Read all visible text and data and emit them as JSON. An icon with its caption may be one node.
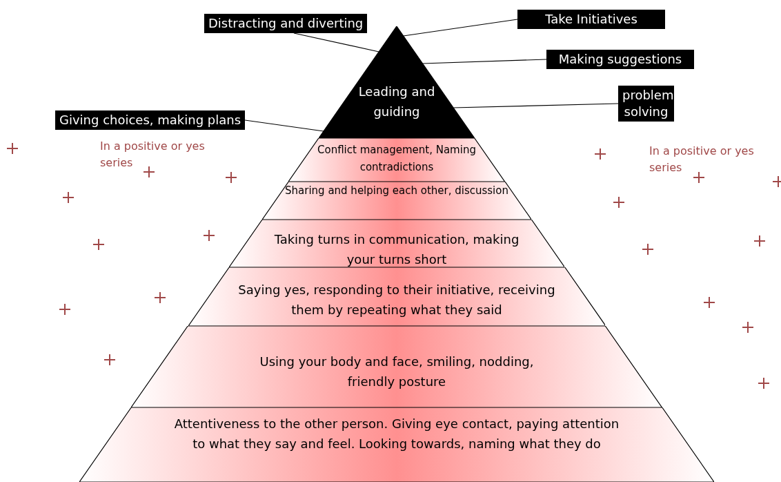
{
  "diagram": {
    "nodes": [
      {
        "text": [
          "Leading and guiding"
        ]
      },
      {
        "text": [
          "Conflict management, Naming contradictions"
        ]
      },
      {
        "text": [
          "Sharing and helping each other, discussion"
        ]
      },
      {
        "text": [
          "Taking turns in communication, making your turns short"
        ]
      },
      {
        "text": [
          "Saying yes, responding to their initiative, receiving them by repeating what they said"
        ]
      },
      {
        "text": [
          "Using your body and face, smiling, nodding, friendly posture"
        ]
      },
      {
        "text": [
          "Attentiveness to the other person. Giving eye contact, paying attention to what they say and feel. Looking towards, naming what they do"
        ]
      },
      {
        "text": [
          "Distracting and diverting"
        ]
      },
      {
        "text": [
          "Take Initiatives"
        ]
      },
      {
        "text": [
          "Making suggestions"
        ]
      },
      {
        "text": [
          "problem solving"
        ]
      },
      {
        "text": [
          "Giving choices, making plans"
        ]
      }
    ],
    "edges": [
      {
        "from": 7,
        "to": 0,
        "arrow": "none"
      },
      {
        "from": 8,
        "to": 0,
        "arrow": "none"
      },
      {
        "from": 9,
        "to": 0,
        "arrow": "none"
      },
      {
        "from": 10,
        "to": 0,
        "arrow": "none"
      },
      {
        "from": 11,
        "to": 0,
        "arrow": "none"
      }
    ],
    "labels": [
      "In a positive or yes series",
      "In a positive or yes series"
    ]
  }
}
